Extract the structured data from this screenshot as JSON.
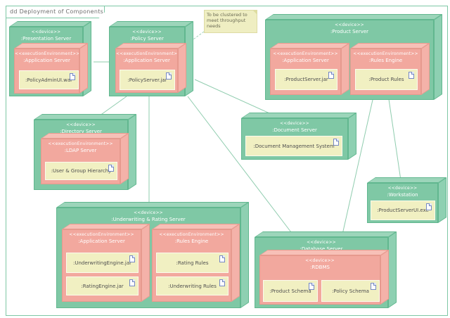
{
  "frame": {
    "title": "dd Deployment of Components"
  },
  "note": {
    "text": "To be clustered to meet throughput needs"
  },
  "colors": {
    "device_fill": "#7fc8a5",
    "environment_fill": "#f2a89e",
    "artifact_fill": "#f1f0c2",
    "note_fill": "#efeec2",
    "connector": "#8fccae",
    "frame_border": "#7ec7a5"
  },
  "nodes": {
    "presentation": {
      "stereotype": "<<device>>",
      "name": ":Presentation Server",
      "env": {
        "stereotype": "<<executionEnvironment>>",
        "name": ":Application Server",
        "artifacts": [
          ":PolicyAdminUI.war"
        ]
      }
    },
    "policy": {
      "stereotype": "<<device>>",
      "name": ":Policy Server",
      "env": {
        "stereotype": "<<executionEnvironment>>",
        "name": ":Application Server",
        "artifacts": [
          ":PolicyServer.jar"
        ]
      }
    },
    "product": {
      "stereotype": "<<device>>",
      "name": ":Product Server",
      "env1": {
        "stereotype": "<<executionEnvironment>>",
        "name": ":Application Server",
        "artifacts": [
          ":ProductServer.jar"
        ]
      },
      "env2": {
        "stereotype": "<<executionEnvironment>>",
        "name": ":Rules Engine",
        "artifacts": [
          ":Product Rules"
        ]
      }
    },
    "directory": {
      "stereotype": "<<device>>",
      "name": ":Directory Server",
      "env": {
        "stereotype": "<<executionEnvironment>>",
        "name": ":LDAP Server",
        "artifacts": [
          ":User & Group Hierarchy"
        ]
      }
    },
    "document": {
      "stereotype": "<<device>>",
      "name": ":Document Server",
      "artifacts": [
        ":Document Management System"
      ]
    },
    "workstation": {
      "stereotype": "<<device>>",
      "name": ":Workstation",
      "artifacts": [
        ":ProductServerUI.exe"
      ]
    },
    "uwrating": {
      "stereotype": "<<device>>",
      "name": ":Underwriting & Rating Server",
      "env1": {
        "stereotype": "<<executionEnvironment>>",
        "name": ":Application Server",
        "artifacts": [
          ":UnderwritingEngine.jar",
          ":RatingEngine.jar"
        ]
      },
      "env2": {
        "stereotype": "<<executionEnvironment>>",
        "name": ":Rules Engine",
        "artifacts": [
          ":Rating Rules",
          ":Underwriting Rules"
        ]
      }
    },
    "database": {
      "stereotype": "<<device>>",
      "name": ":Database Server",
      "env": {
        "stereotype": "<<device>>",
        "name": ":RDBMS",
        "artifacts": [
          ":Product Schema",
          ":Policy Schema"
        ]
      }
    }
  }
}
